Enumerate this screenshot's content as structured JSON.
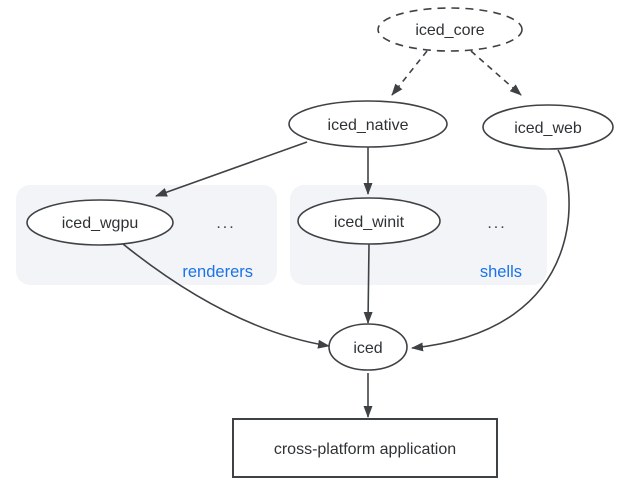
{
  "diagram": {
    "nodes": {
      "iced_core": {
        "label": "iced_core",
        "shape": "ellipse",
        "border": "dashed"
      },
      "iced_native": {
        "label": "iced_native",
        "shape": "ellipse",
        "border": "solid"
      },
      "iced_web": {
        "label": "iced_web",
        "shape": "ellipse",
        "border": "solid"
      },
      "iced_wgpu": {
        "label": "iced_wgpu",
        "shape": "ellipse",
        "border": "solid"
      },
      "iced_winit": {
        "label": "iced_winit",
        "shape": "ellipse",
        "border": "solid"
      },
      "iced": {
        "label": "iced",
        "shape": "ellipse",
        "border": "solid"
      },
      "app": {
        "label": "cross-platform application",
        "shape": "rectangle",
        "border": "solid"
      }
    },
    "groups": {
      "renderers": {
        "label": "renderers",
        "ellipsis": "...",
        "contains": [
          "iced_wgpu"
        ]
      },
      "shells": {
        "label": "shells",
        "ellipsis": "...",
        "contains": [
          "iced_winit"
        ]
      }
    },
    "edges": [
      {
        "from": "iced_core",
        "to": "iced_native",
        "style": "dashed"
      },
      {
        "from": "iced_core",
        "to": "iced_web",
        "style": "dashed"
      },
      {
        "from": "iced_native",
        "to": "iced_wgpu",
        "style": "solid"
      },
      {
        "from": "iced_native",
        "to": "iced_winit",
        "style": "solid"
      },
      {
        "from": "iced_winit",
        "to": "iced",
        "style": "solid"
      },
      {
        "from": "iced_wgpu",
        "to": "iced",
        "style": "solid"
      },
      {
        "from": "iced_web",
        "to": "iced",
        "style": "solid"
      },
      {
        "from": "iced",
        "to": "app",
        "style": "solid"
      }
    ],
    "colors": {
      "group_label": "#1a73e8",
      "group_background": "#f3f4f7",
      "node_stroke": "#3f4245",
      "edge_stroke": "#3f4245",
      "text": "#2f3235",
      "background": "#ffffff"
    }
  }
}
